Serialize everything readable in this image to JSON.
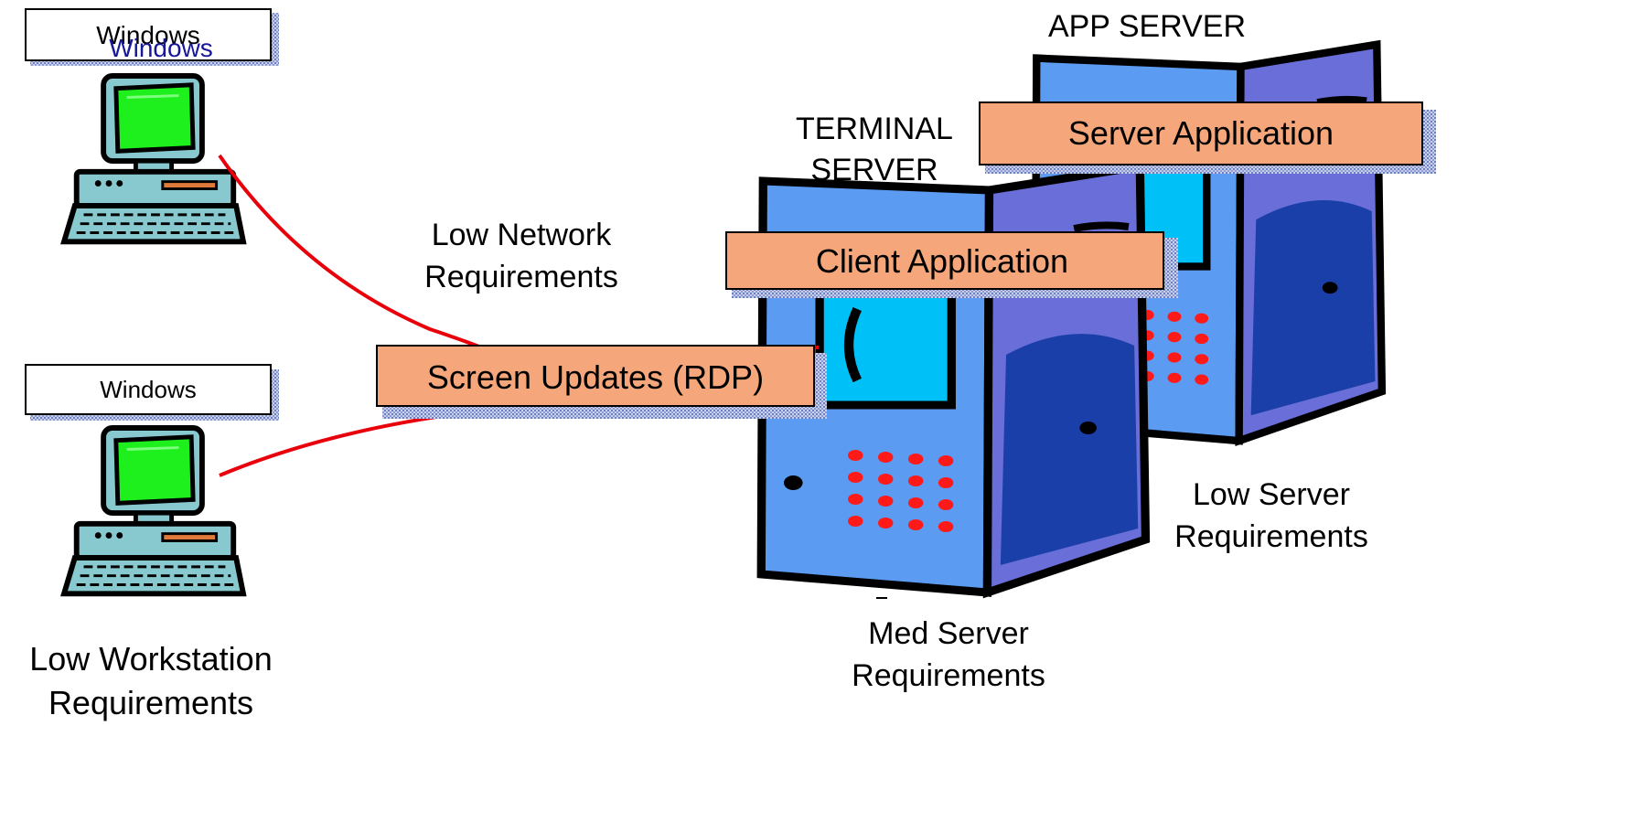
{
  "workstations": [
    {
      "os_label": "Windows",
      "os_label_overlay": "Windows"
    },
    {
      "os_label": "Windows"
    }
  ],
  "labels": {
    "workstation_req_line1": "Low Workstation",
    "workstation_req_line2": "Requirements",
    "network_req_line1": "Low Network",
    "network_req_line2": "Requirements",
    "screen_updates": "Screen Updates (RDP)",
    "terminal_server_line1": "TERMINAL",
    "terminal_server_line2": "SERVER",
    "client_application": "Client Application",
    "app_server": "APP SERVER",
    "server_application": "Server Application",
    "med_server_line1": "Med Server",
    "med_server_line2": "Requirements",
    "low_server_line1": "Low Server",
    "low_server_line2": "Requirements"
  },
  "colors": {
    "connection_line": "#e8000b",
    "label_box_fill": "#f5a77b",
    "server_body": "#5b9bf2",
    "server_side": "#6a6ed8",
    "server_door": "#1b3fa8",
    "server_screen": "#00c0f8",
    "led": "#ff1a1a",
    "monitor_screen": "#1df01d",
    "monitor_body": "#87c9cf"
  }
}
